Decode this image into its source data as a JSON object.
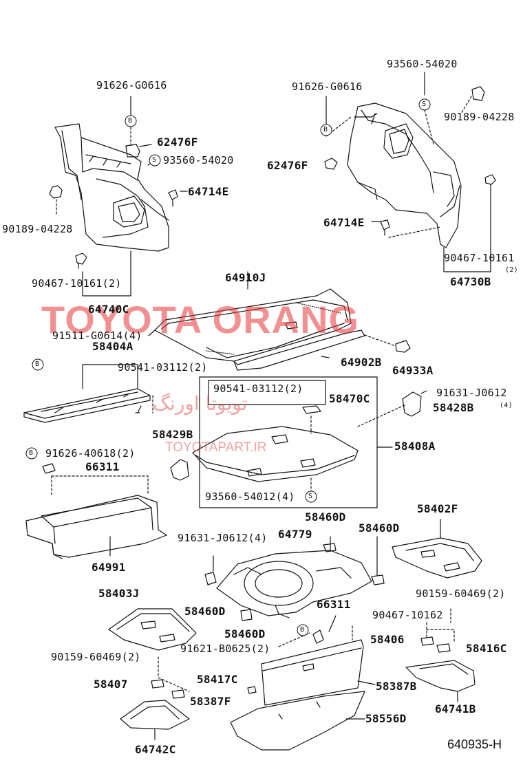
{
  "labels": {
    "p91626_g0616_l": "91626-G0616",
    "p62476f_l": "62476F",
    "p93560_54020_l": "93560-54020",
    "p90189_04228_l": "90189-04228",
    "p64714e_l": "64714E",
    "p90467_10161_l": "90467-10161(2)",
    "p64740c": "64740C",
    "p93560_54020_r": "93560-54020",
    "p91626_g0616_r": "91626-G0616",
    "p90189_04228_r": "90189-04228",
    "p62476f_r": "62476F",
    "p64714e_r": "64714E",
    "p90467_10161_r": "90467-10161",
    "p90467_qty_r": "(2)",
    "p64730b": "64730B",
    "p64910j": "64910J",
    "p91511_g0614": "91511-G0614(4)",
    "p58404a": "58404A",
    "p90541_03112_a": "90541-03112(2)",
    "p64902b": "64902B",
    "p64933a": "64933A",
    "p90541_03112_b": "90541-03112(2)",
    "p58470c": "58470C",
    "p91631_j0612_a": "91631-J0612",
    "p91631_qty": "(4)",
    "p58428b": "58428B",
    "p58429b": "58429B",
    "p58408a": "58408A",
    "p91626_40618": "91626-40618(2)",
    "p66311_a": "66311",
    "p93560_54012": "93560-54012(4)",
    "p64991": "64991",
    "p58460d_a": "58460D",
    "p64779": "64779",
    "p58460d_b": "58460D",
    "p58402f": "58402F",
    "p91631_j0612_b": "91631-J0612(4)",
    "p58403j": "58403J",
    "p58460d_c": "58460D",
    "p58460d_d": "58460D",
    "p66311_b": "66311",
    "p90467_10162": "90467-10162",
    "p90159_60469_r": "90159-60469(2)",
    "p58406": "58406",
    "p58416c": "58416C",
    "p91621_b0625": "91621-B0625(2)",
    "p90159_60469_l": "90159-60469(2)",
    "p58407": "58407",
    "p58417c": "58417C",
    "p58387b": "58387B",
    "p58387f": "58387F",
    "p64741b": "64741B",
    "p58556d": "58556D",
    "p64742c": "64742C"
  },
  "markers": {
    "b": "B",
    "s": "S"
  },
  "watermark": {
    "main": "TOYOTA ORANG",
    "persian": "تويوتا اورنگ",
    "url": "TOYOTAPART.IR"
  },
  "diagram_id": "640935-H"
}
